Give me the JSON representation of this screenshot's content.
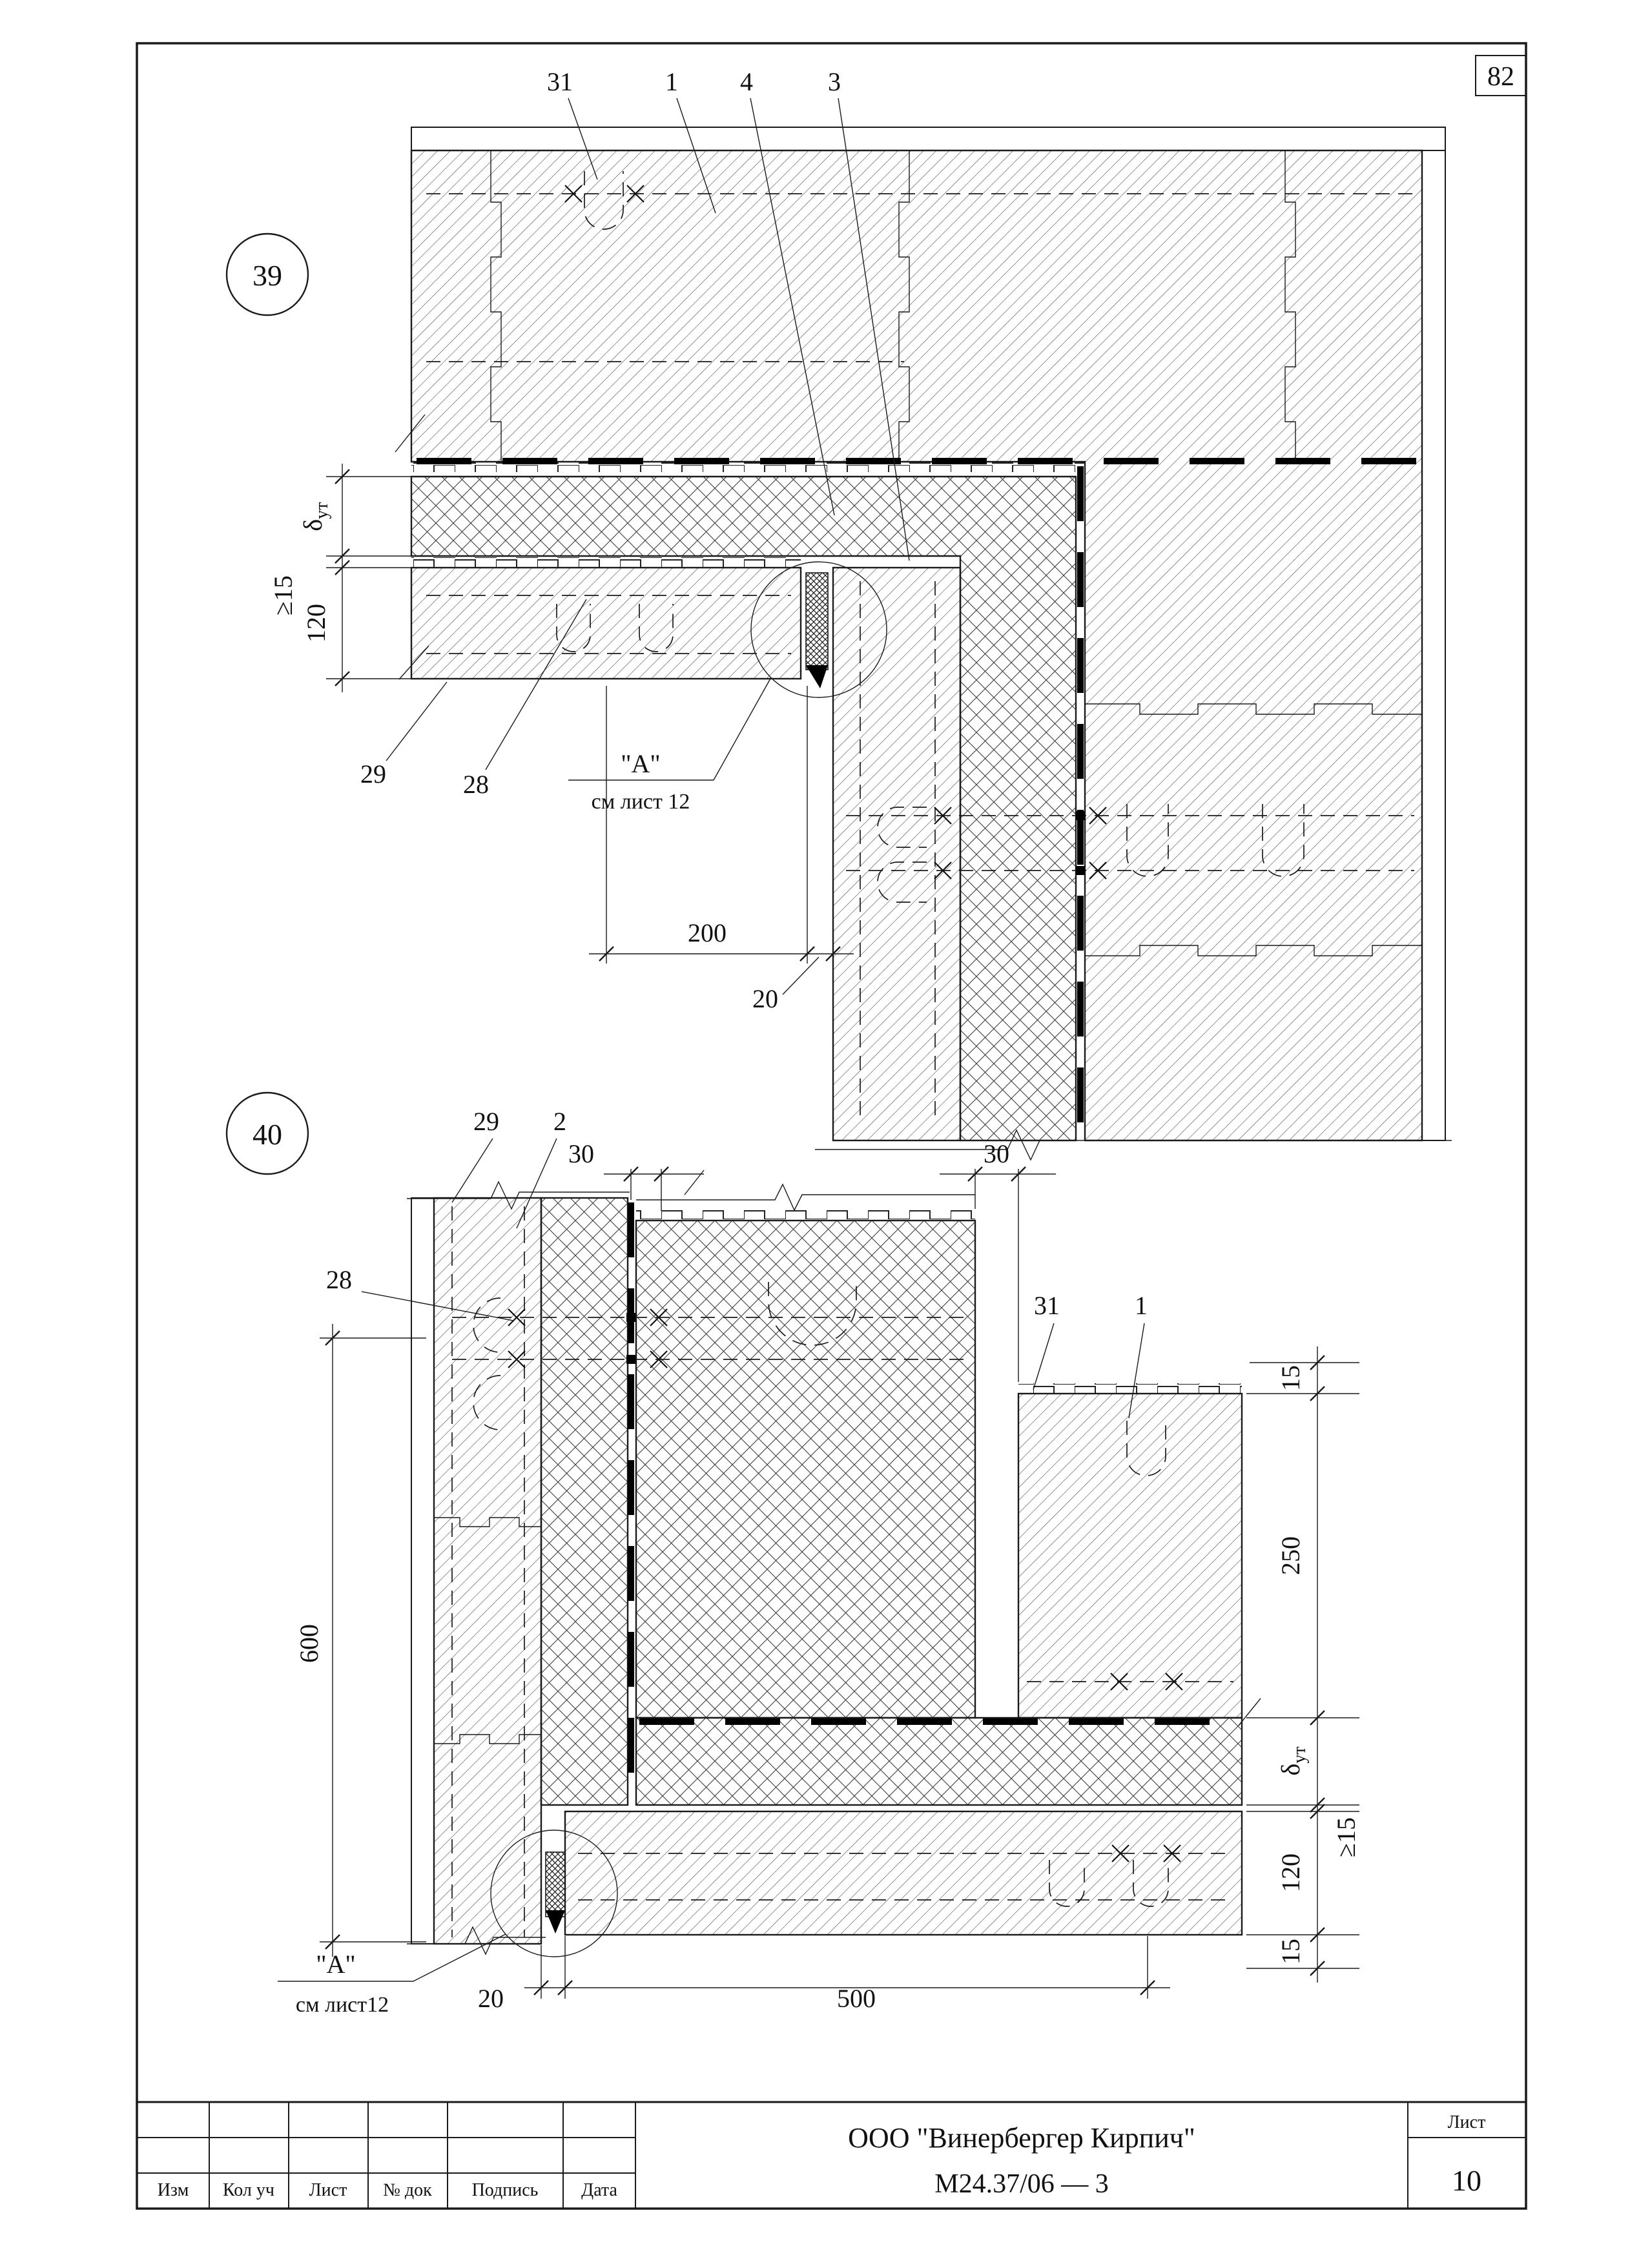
{
  "sheet": {
    "page_number": "82",
    "title_block": {
      "company": "ООО \"Винербергер Кирпич\"",
      "document": "М24.37/06  —  3",
      "sheet_word": "Лист",
      "sheet_number": "10",
      "columns": [
        "Изм",
        "Кол уч",
        "Лист",
        "№ док",
        "Подпись",
        "Дата"
      ]
    }
  },
  "detail39": {
    "number": "39",
    "callout_31": "31",
    "callout_1": "1",
    "callout_4": "4",
    "callout_3": "3",
    "callout_29": "29",
    "callout_28": "28",
    "node_label": "\"А\"",
    "node_ref": "см  лист 12",
    "dim_delta": "δ",
    "dim_delta_sub": "ут",
    "dim_ge15": "≥15",
    "dim_120": "120",
    "dim_200": "200",
    "dim_20": "20"
  },
  "detail40": {
    "number": "40",
    "callout_29": "29",
    "callout_2": "2",
    "callout_28": "28",
    "callout_31": "31",
    "callout_1": "1",
    "dim_30_left": "30",
    "dim_30_right": "30",
    "dim_600": "600",
    "dim_15_top": "15",
    "dim_250": "250",
    "dim_delta": "δ",
    "dim_delta_sub": "ут",
    "dim_ge15": "≥15",
    "dim_120": "120",
    "dim_15_bottom": "15",
    "node_label": "\"А\"",
    "node_ref": "см  лист12",
    "dim_20": "20",
    "dim_500": "500"
  }
}
